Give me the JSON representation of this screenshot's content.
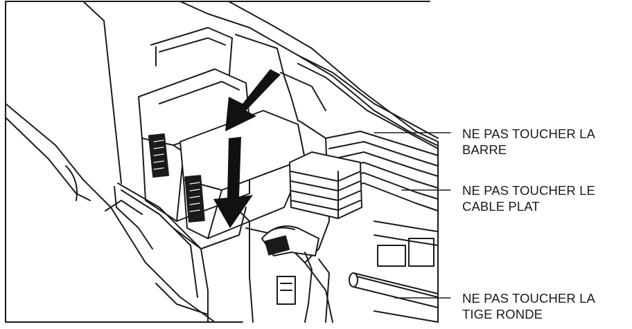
{
  "callouts": [
    {
      "id": "bar",
      "line1": "NE PAS TOUCHER LA",
      "line2": "BARRE"
    },
    {
      "id": "flat-cable",
      "line1": "NE PAS TOUCHER LE",
      "line2": "CABLE PLAT"
    },
    {
      "id": "round-rod",
      "line1": "NE PAS TOUCHER LA",
      "line2": "TIGE RONDE"
    }
  ],
  "colors": {
    "ink": "#1a1a1a",
    "paper": "#ffffff",
    "arrow": "#111111"
  }
}
